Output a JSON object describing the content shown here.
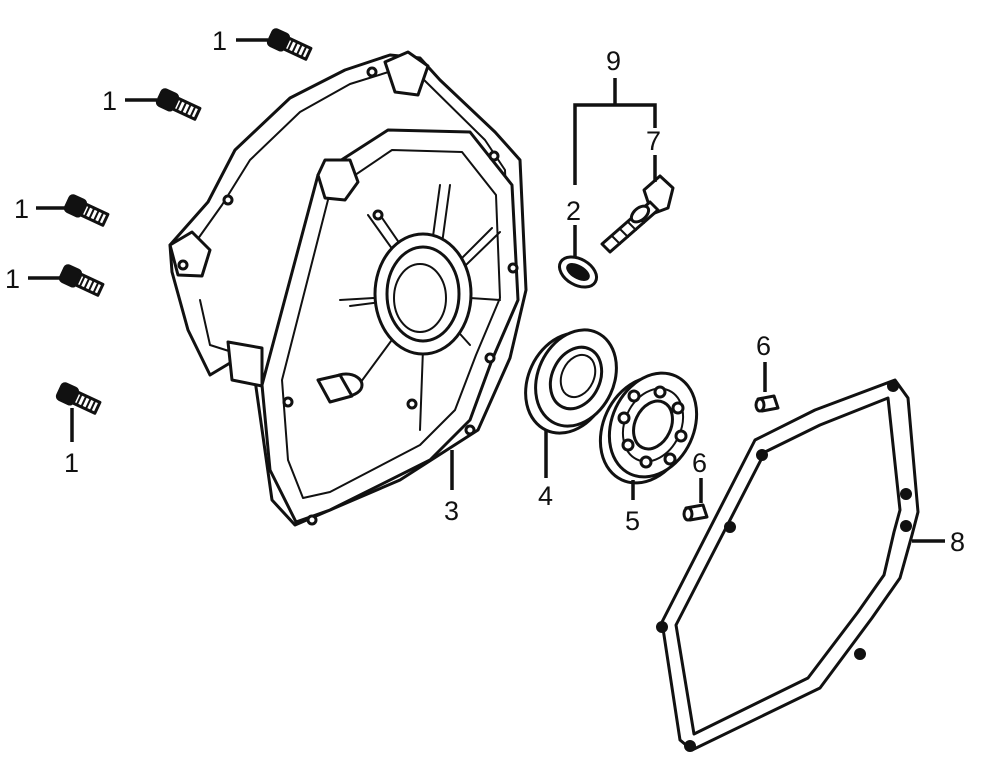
{
  "callouts": {
    "bolt_a": "1",
    "bolt_b": "1",
    "bolt_c": "1",
    "bolt_d": "1",
    "bolt_e": "1",
    "seal": "2",
    "crankcase_cover": "3",
    "oil_seal": "4",
    "bearing": "5",
    "dowel_upper": "6",
    "dowel_lower": "6",
    "drain_plug": "7",
    "gasket": "8",
    "plug_assembly": "9"
  },
  "colors": {
    "ink": "#111111",
    "paper": "#ffffff"
  },
  "icons": {
    "bolt": "bolt-icon",
    "cover": "crankcase-cover-icon",
    "seal": "oil-seal-icon",
    "bearing": "ball-bearing-icon",
    "gasket": "gasket-icon",
    "dowel": "dowel-pin-icon",
    "plug": "drain-plug-icon"
  }
}
